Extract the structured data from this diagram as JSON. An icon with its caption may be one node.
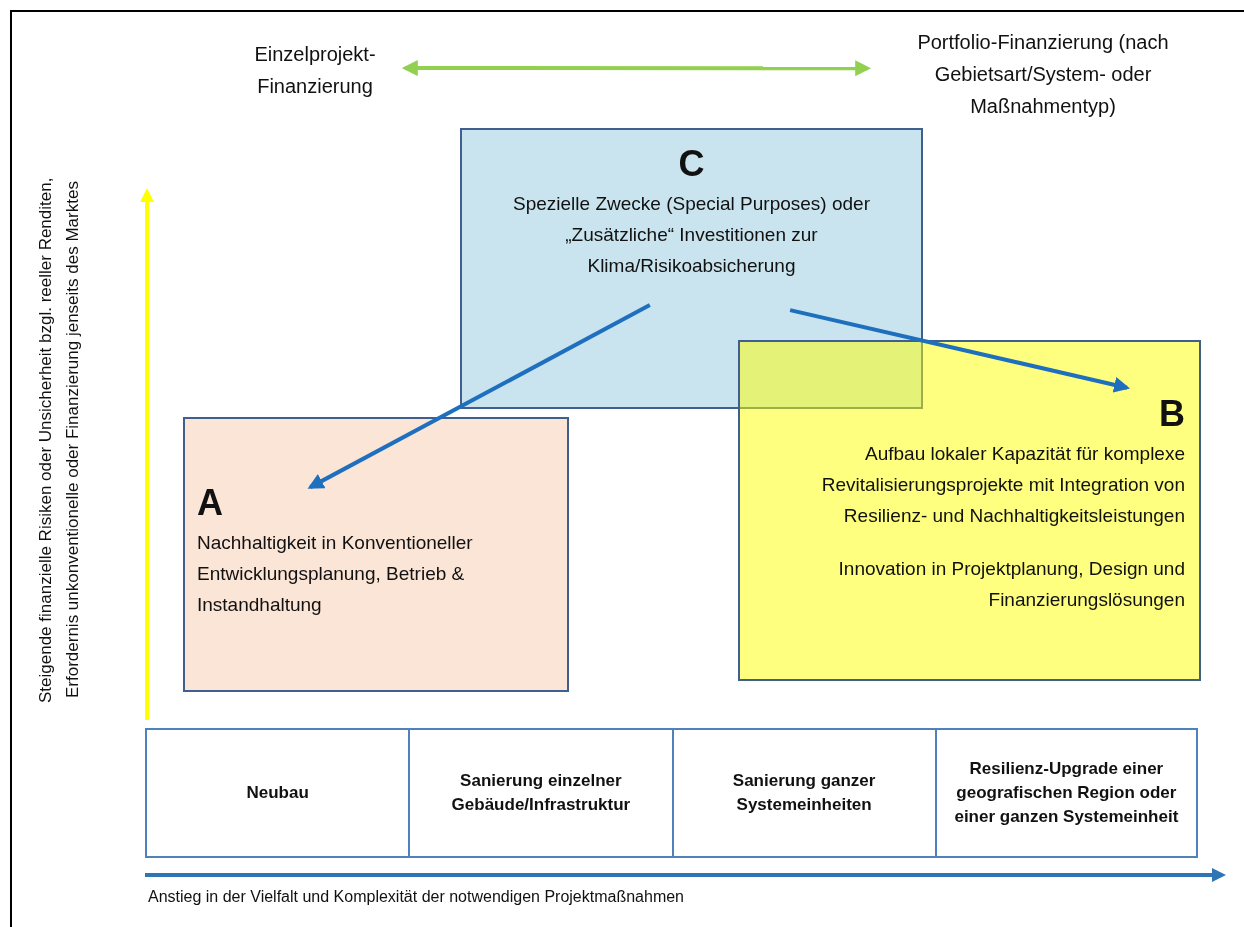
{
  "diagram": {
    "nodes": [
      {
        "text": [
          "Einzelprojekt-Finanzierung"
        ]
      },
      {
        "text": [
          "Portfolio-Finanzierung (nach Gebietsart/System- oder Maßnahmentyp)"
        ]
      },
      {
        "text": [
          "C",
          "Spezielle Zwecke (Special Purposes) oder „Zusätzliche“ Investitionen zur Klima/Risikoabsicherung"
        ]
      },
      {
        "text": [
          "A",
          "Nachhaltigkeit in Konventioneller Entwicklungsplanung, Betrieb & Instandhaltung"
        ]
      },
      {
        "text": [
          "B",
          "Aufbau lokaler Kapazität für komplexe Revitalisierungsprojekte mit Integration von Resilienz- und Nachhaltigkeitsleistungen",
          "Innovation in Projektplanung, Design und Finanzierungslösungen"
        ]
      }
    ],
    "edges": [
      {
        "from": 0,
        "to": 1,
        "arrow": "both",
        "color": "#92d050"
      },
      {
        "from": 2,
        "to": 3,
        "arrow": "to"
      },
      {
        "from": 2,
        "to": 4,
        "arrow": "to"
      }
    ],
    "labels": [
      "Steigende finanzielle Risiken oder Unsicherheit bzgl. reeller Renditen, Erfordernis unkonventionelle oder Finanzierung jenseits des Marktes",
      "Neubau",
      "Sanierung einzelner Gebäude/Infrastruktur",
      "Sanierung ganzer Systemeinheiten",
      "Resilienz-Upgrade einer geografischen Region oder einer ganzen Systemeinheit",
      "Anstieg in der Vielfalt und Komplexität der notwendigen Projektmaßnahmen"
    ]
  }
}
